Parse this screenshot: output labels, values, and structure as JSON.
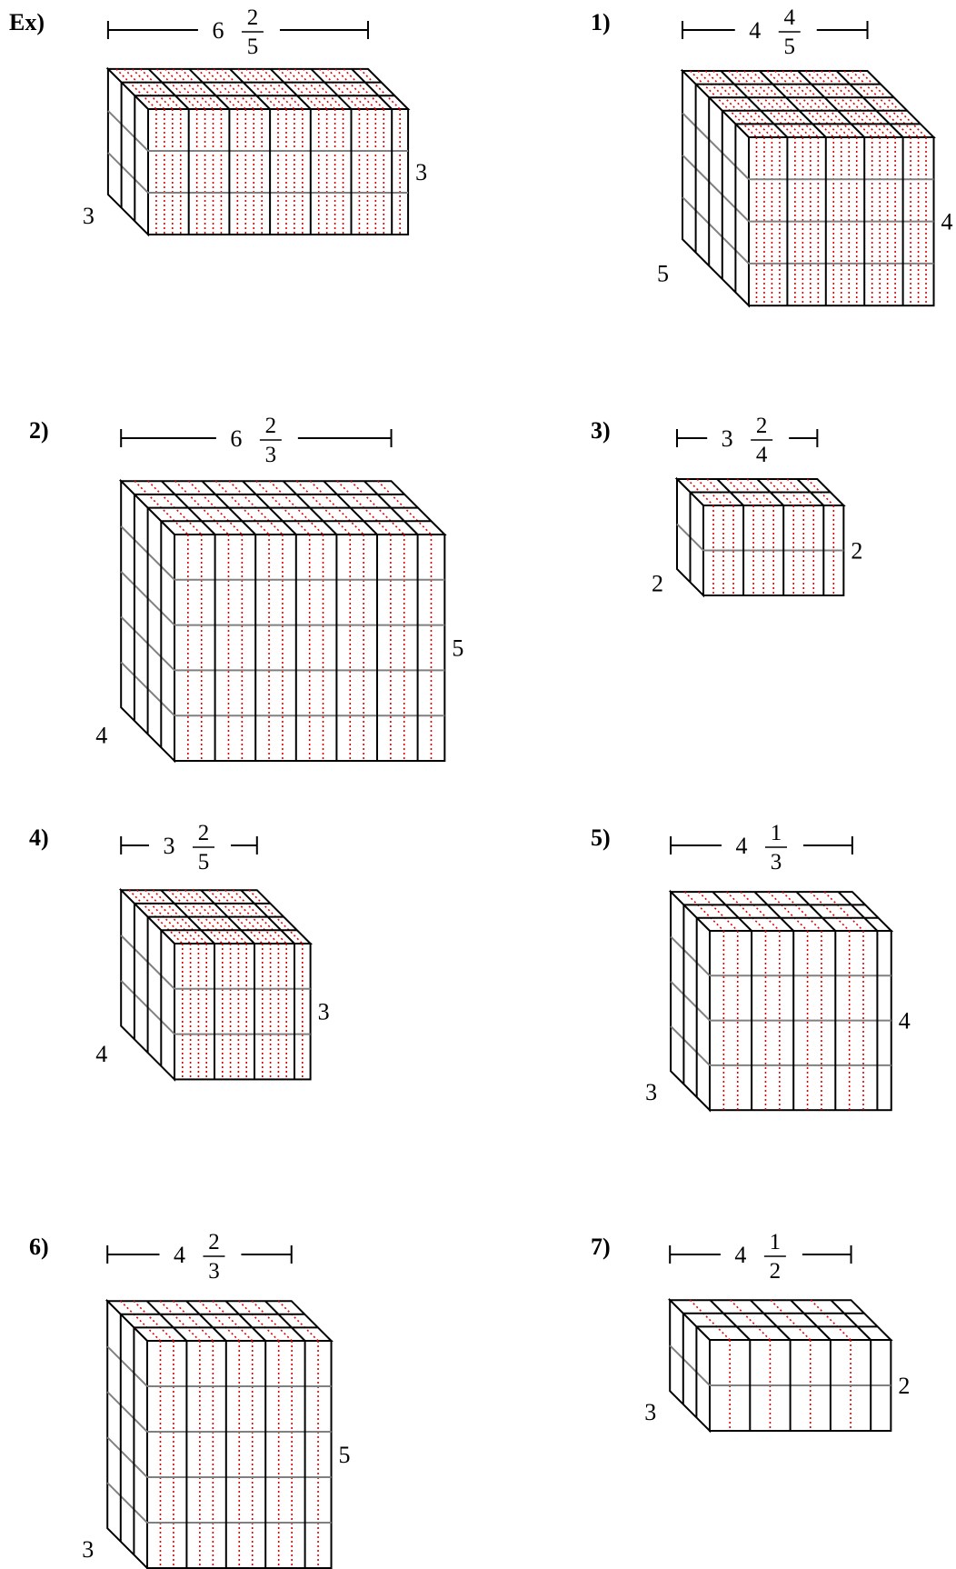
{
  "worksheet": {
    "problems": [
      {
        "id": "ex",
        "label": "Ex)",
        "length": {
          "whole": "6",
          "numerator": "2",
          "denominator": "5"
        },
        "height": "3",
        "depth": "3"
      },
      {
        "id": "p1",
        "label": "1)",
        "length": {
          "whole": "4",
          "numerator": "4",
          "denominator": "5"
        },
        "height": "4",
        "depth": "5"
      },
      {
        "id": "p2",
        "label": "2)",
        "length": {
          "whole": "6",
          "numerator": "2",
          "denominator": "3"
        },
        "height": "5",
        "depth": "4"
      },
      {
        "id": "p3",
        "label": "3)",
        "length": {
          "whole": "3",
          "numerator": "2",
          "denominator": "4"
        },
        "height": "2",
        "depth": "2"
      },
      {
        "id": "p4",
        "label": "4)",
        "length": {
          "whole": "3",
          "numerator": "2",
          "denominator": "5"
        },
        "height": "3",
        "depth": "4"
      },
      {
        "id": "p5",
        "label": "5)",
        "length": {
          "whole": "4",
          "numerator": "1",
          "denominator": "3"
        },
        "height": "4",
        "depth": "3"
      },
      {
        "id": "p6",
        "label": "6)",
        "length": {
          "whole": "4",
          "numerator": "2",
          "denominator": "3"
        },
        "height": "5",
        "depth": "3"
      },
      {
        "id": "p7",
        "label": "7)",
        "length": {
          "whole": "4",
          "numerator": "1",
          "denominator": "2"
        },
        "height": "2",
        "depth": "3"
      }
    ],
    "colors": {
      "outline": "#000000",
      "layer_line": "#808080",
      "fraction_dots": "#e00000"
    }
  }
}
